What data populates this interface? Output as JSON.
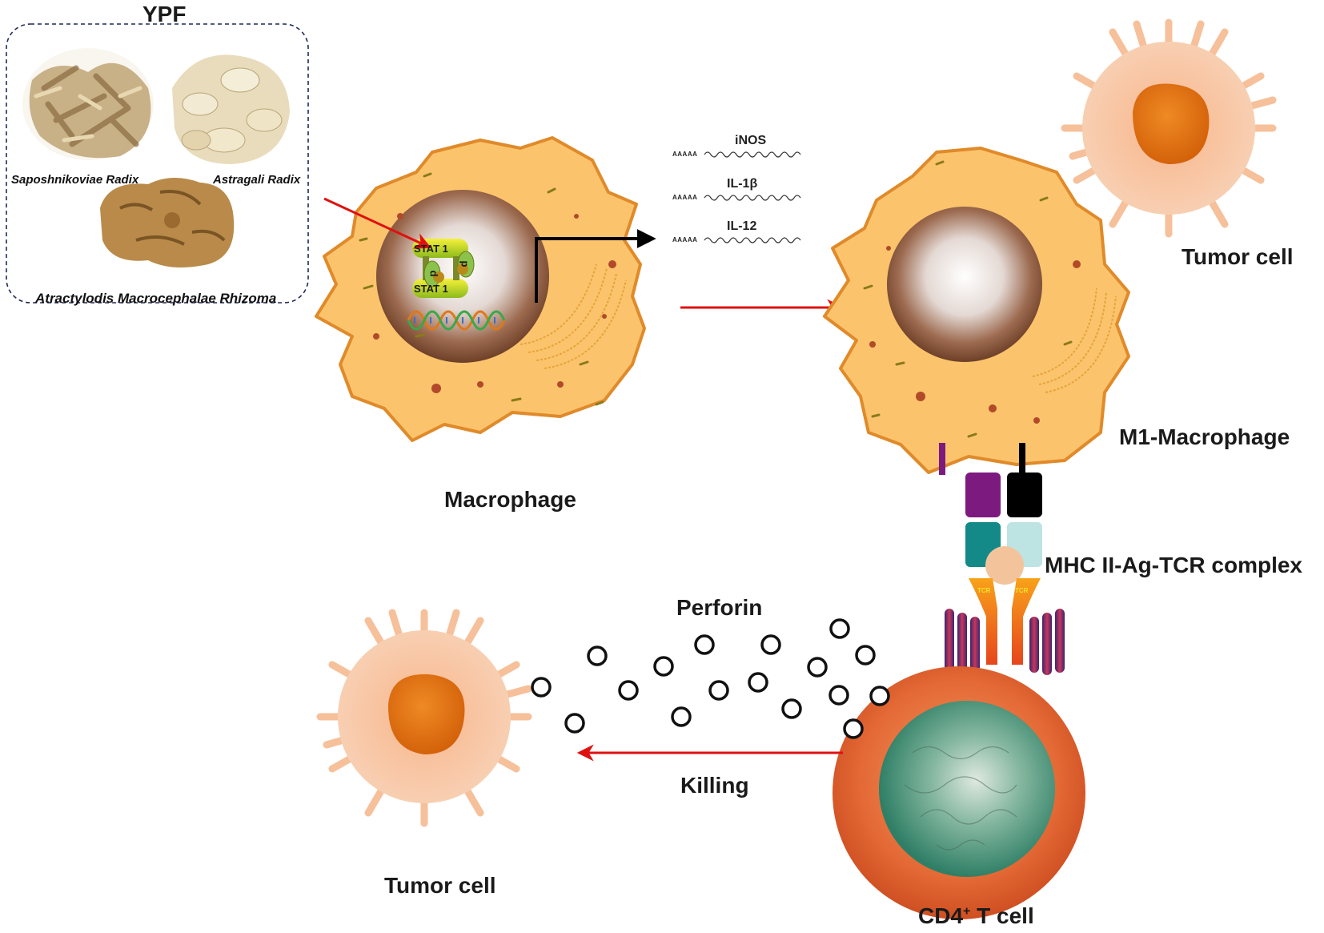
{
  "ypf": {
    "title": "YPF",
    "herbs": [
      "Saposhnikoviae  Radix",
      "Astragali Radix",
      "Atractylodis Macrocephalae Rhizoma"
    ]
  },
  "transcription": {
    "factor": "STAT 1",
    "phospho": "p",
    "poly_a": "AAAAA",
    "genes": [
      "iNOS",
      "IL-1β",
      "IL-12"
    ]
  },
  "labels": {
    "macrophage": "Macrophage",
    "m1_macrophage": "M1-Macrophage",
    "tumor_cell_top": "Tumor cell",
    "tumor_cell_bottom": "Tumor cell",
    "mhc_complex": "MHC II-Ag-TCR complex",
    "perforin": "Perforin",
    "killing": "Killing",
    "tcr": "TCR",
    "cd4_prefix": "CD4",
    "cd4_sup": "+",
    "cd4_suffix": " T cell"
  },
  "colors": {
    "macrophage_fill": "#fbc46c",
    "macrophage_edge": "#e08a2a",
    "nucleus": "#8b5a3c",
    "tumor_halo": "#f6c09a",
    "tumor_core": "#e06e10",
    "arrow_red": "#e01010",
    "tcell_body": "#e2693a",
    "tcell_nucleus": "#3f8f74",
    "mhc_purple": "#7d1a80",
    "mhc_teal": "#138a87",
    "mhc_light": "#bde3e3",
    "antigen": "#f3c49c"
  }
}
